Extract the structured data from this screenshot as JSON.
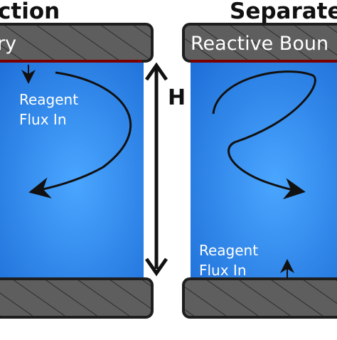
{
  "headings": {
    "left": "ction",
    "right": "Separate"
  },
  "boundaries": {
    "left_top_label": "ry",
    "right_top_label": "Reactive Boun"
  },
  "flux": {
    "left_line1": "Reagent",
    "left_line2": "Flux In",
    "right_line1": "Reagent",
    "right_line2": "Flux In"
  },
  "dimension": {
    "height_label": "H"
  },
  "colors": {
    "fluid_light": "#4aa6ff",
    "fluid_dark": "#1e6fd8",
    "plate": "#5e5e5e",
    "plate_shadow": "#2a2a2a",
    "reactive_line": "#7a0000",
    "arrow": "#111111"
  }
}
